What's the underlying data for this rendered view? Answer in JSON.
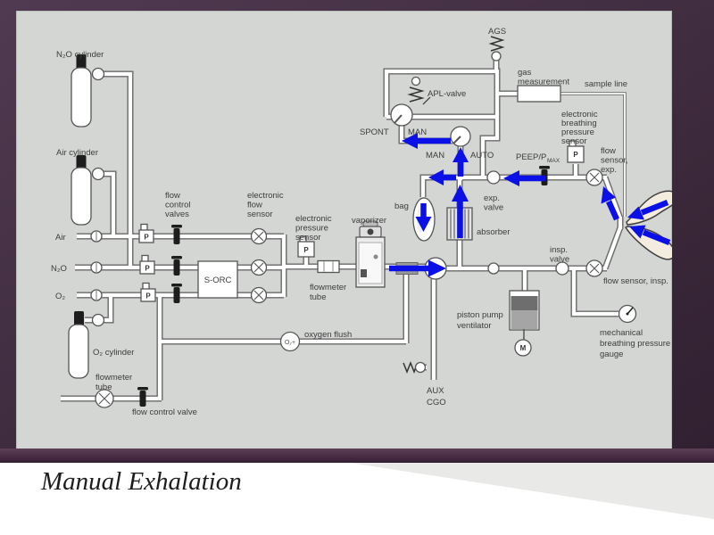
{
  "slide": {
    "title": "Manual Exhalation"
  },
  "colors": {
    "arrow": "#0a10e6",
    "frame": "#3d2a3c",
    "panel": "#d4d6d3",
    "bar": "#43273f"
  },
  "diagram": {
    "labels": {
      "p": "P",
      "m": "M",
      "n2o_cylinder": "N₂O cylinder",
      "air_cylinder": "Air cylinder",
      "o2_cylinder": "O₂ cylinder",
      "air": "Air",
      "n2o": "N₂O",
      "o2": "O₂",
      "flow_control_valves": [
        "flow",
        "control",
        "valves"
      ],
      "s_orc": "S-ORC",
      "electronic_flow_sensor": [
        "electronic",
        "flow",
        "sensor"
      ],
      "electronic_pressure_sensor": [
        "electronic",
        "pressure",
        "sensor"
      ],
      "flowmeter_tube": [
        "flowmeter",
        "tube"
      ],
      "vaporizer": "vaporizer",
      "oxygen_flush": "oxygen flush",
      "o2_plus": "O₂+",
      "flow_control_valve": "flow control valve",
      "aux_cgo": [
        "AUX",
        "CGO"
      ],
      "bag": "bag",
      "absorber": "absorber",
      "exp_valve": [
        "exp.",
        "valve"
      ],
      "insp_valve": [
        "insp.",
        "valve"
      ],
      "man": "MAN",
      "auto": "AUTO",
      "spont": "SPONT",
      "man2": "MAN",
      "apl_valve": "APL-valve",
      "ags": "AGS",
      "gas_measurement": [
        "gas",
        "measurement"
      ],
      "sample_line": "sample line",
      "electronic_breathing_pressure_sensor": [
        "electronic",
        "breathing",
        "pressure",
        "sensor"
      ],
      "peep_pmax_main": "PEEP/P",
      "peep_pmax_sub": "MAX",
      "flow_sensor_exp": [
        "flow",
        "sensor,",
        "exp."
      ],
      "flow_sensor_insp": "flow sensor, insp.",
      "piston_pump_ventilator": [
        "piston pump",
        "ventilator"
      ],
      "mechanical_gauge": [
        "mechanical",
        "breathing pressure",
        "gauge"
      ]
    }
  }
}
